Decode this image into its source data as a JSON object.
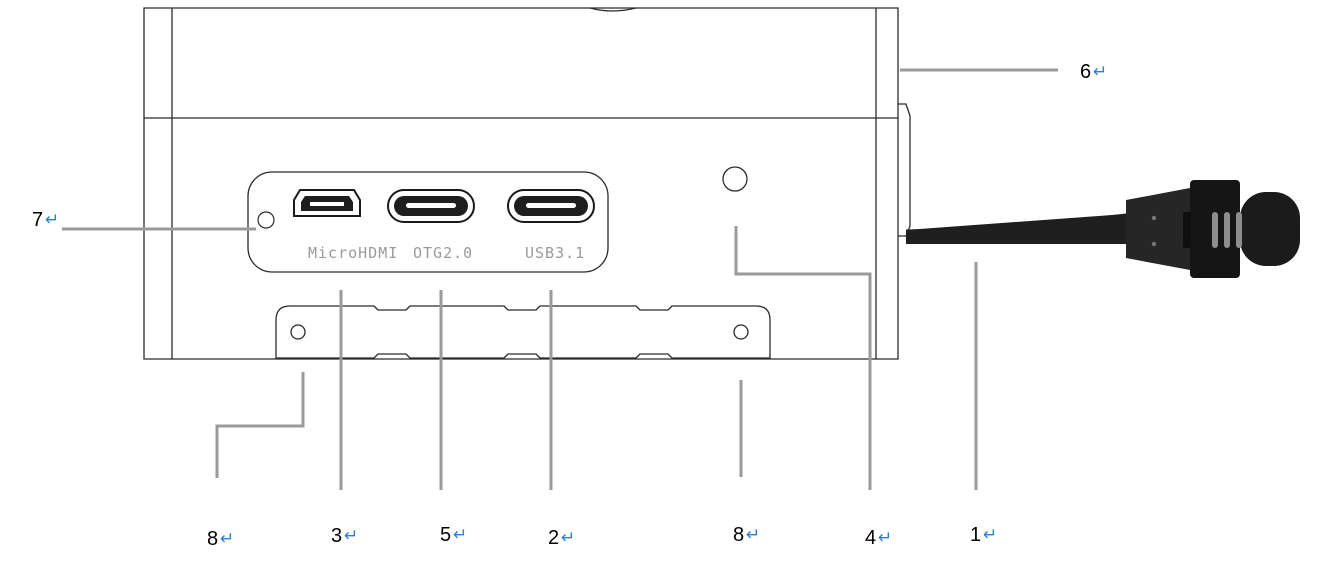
{
  "ports": {
    "micro_hdmi": "MicroHDMI",
    "otg": "OTG2.0",
    "usb": "USB3.1"
  },
  "callouts": {
    "c1": "1",
    "c2": "2",
    "c3": "3",
    "c4": "4",
    "c5": "5",
    "c6": "6",
    "c7": "7",
    "c8_left": "8",
    "c8_right": "8",
    "return_mark": "↵"
  },
  "colors": {
    "outline": "#2b2b2b",
    "leader": "#9a9a9a",
    "cable": "#1c1c1c",
    "return_mark": "#2d7fd4"
  }
}
